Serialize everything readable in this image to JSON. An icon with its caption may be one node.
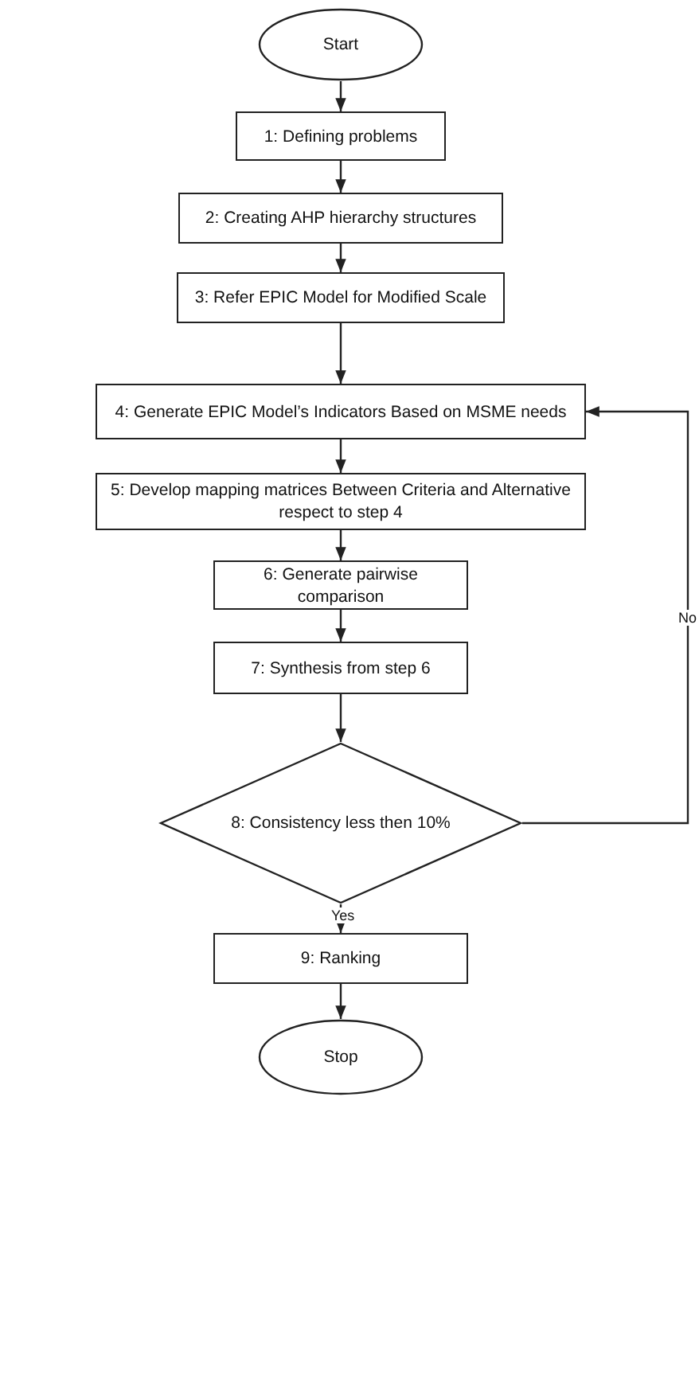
{
  "diagram": {
    "nodes": [
      {
        "text": [
          "Start"
        ]
      },
      {
        "text": [
          "1: Defining problems"
        ]
      },
      {
        "text": [
          "2: Creating AHP hierarchy structures"
        ]
      },
      {
        "text": [
          "3: Refer EPIC Model for Modified Scale"
        ]
      },
      {
        "text": [
          "4: Generate EPIC Model’s Indicators Based on MSME needs"
        ]
      },
      {
        "text": [
          "5: Develop mapping matrices Between Criteria and Alternative respect to step 4"
        ]
      },
      {
        "text": [
          "6: Generate pairwise comparison"
        ]
      },
      {
        "text": [
          "7: Synthesis from step 6"
        ]
      },
      {
        "text": [
          "8: Consistency less then 10%"
        ]
      },
      {
        "text": [
          "9: Ranking"
        ]
      },
      {
        "text": [
          "Stop"
        ]
      }
    ],
    "edges": [
      {
        "from": 0,
        "to": 1,
        "arrow": "to"
      },
      {
        "from": 1,
        "to": 2,
        "arrow": "to"
      },
      {
        "from": 2,
        "to": 3,
        "arrow": "to"
      },
      {
        "from": 3,
        "to": 4,
        "arrow": "to"
      },
      {
        "from": 4,
        "to": 5,
        "arrow": "to"
      },
      {
        "from": 5,
        "to": 6,
        "arrow": "to"
      },
      {
        "from": 6,
        "to": 7,
        "arrow": "to"
      },
      {
        "from": 7,
        "to": 8,
        "arrow": "to"
      },
      {
        "from": 8,
        "to": 4,
        "arrow": "to",
        "label": "No"
      },
      {
        "from": 8,
        "to": 9,
        "arrow": "to",
        "label": "Yes"
      },
      {
        "from": 9,
        "to": 10,
        "arrow": "to"
      }
    ]
  }
}
